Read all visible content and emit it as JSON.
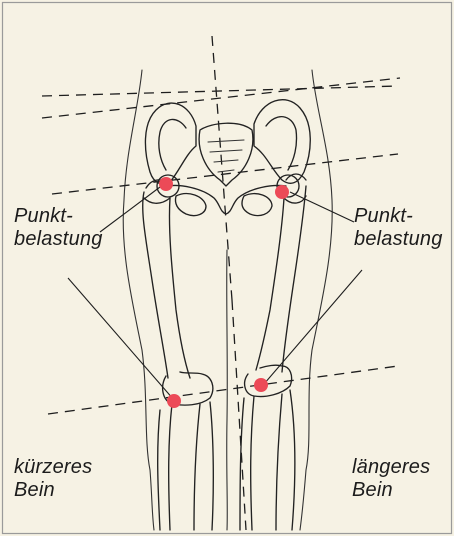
{
  "labels": {
    "left_point_line1": "Punkt-",
    "left_point_line2": "belastung",
    "right_point_line1": "Punkt-",
    "right_point_line2": "belastung",
    "short_leg_line1": "kürzeres",
    "short_leg_line2": "Bein",
    "long_leg_line1": "längeres",
    "long_leg_line2": "Bein"
  },
  "colors": {
    "background": "#f6f2e4",
    "frame": "#9a9a9a",
    "line": "#222222",
    "pressure_point": "#ec4a57"
  },
  "pressure_points": [
    "left-hip",
    "right-hip",
    "left-knee",
    "right-knee"
  ]
}
